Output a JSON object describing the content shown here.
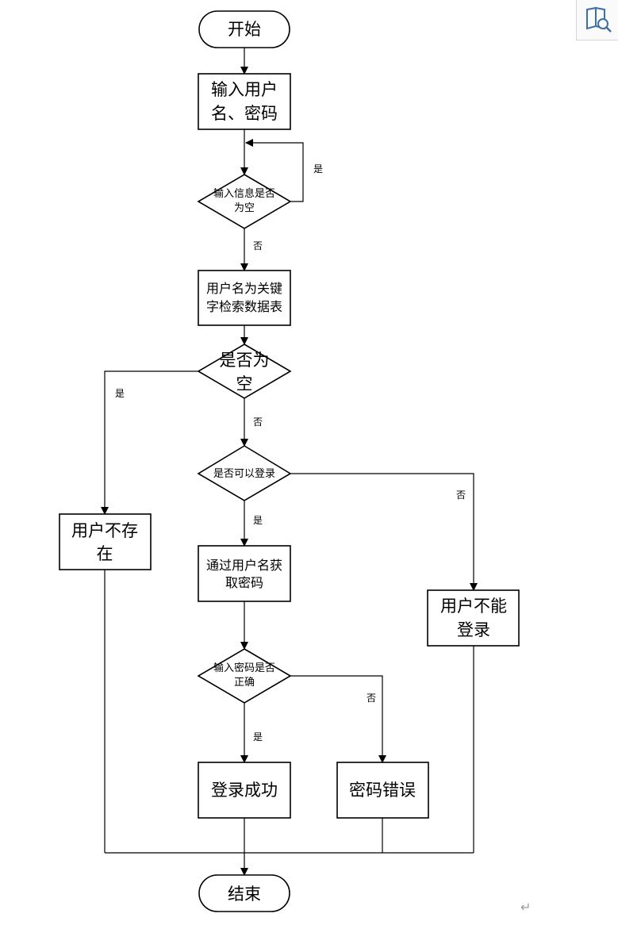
{
  "nodes": {
    "start": "开始",
    "input": [
      "输入用户",
      "名、密码"
    ],
    "check_empty": [
      "输入信息是否",
      "为空"
    ],
    "search": [
      "用户名为关键",
      "字检索数据表"
    ],
    "result_empty": [
      "是否为",
      "空"
    ],
    "can_login": "是否可以登录",
    "user_not_exist": [
      "用户不存",
      "在"
    ],
    "get_password": [
      "通过用户名获",
      "取密码"
    ],
    "cannot_login": [
      "用户不能",
      "登录"
    ],
    "password_correct": [
      "输入密码是否",
      "正确"
    ],
    "login_success": "登录成功",
    "password_error": "密码错误",
    "end": "结束"
  },
  "edge_labels": {
    "yes": "是",
    "no": "否"
  },
  "icons": {
    "corner": "reader-search-icon",
    "paragraph": "return-arrow-icon"
  }
}
